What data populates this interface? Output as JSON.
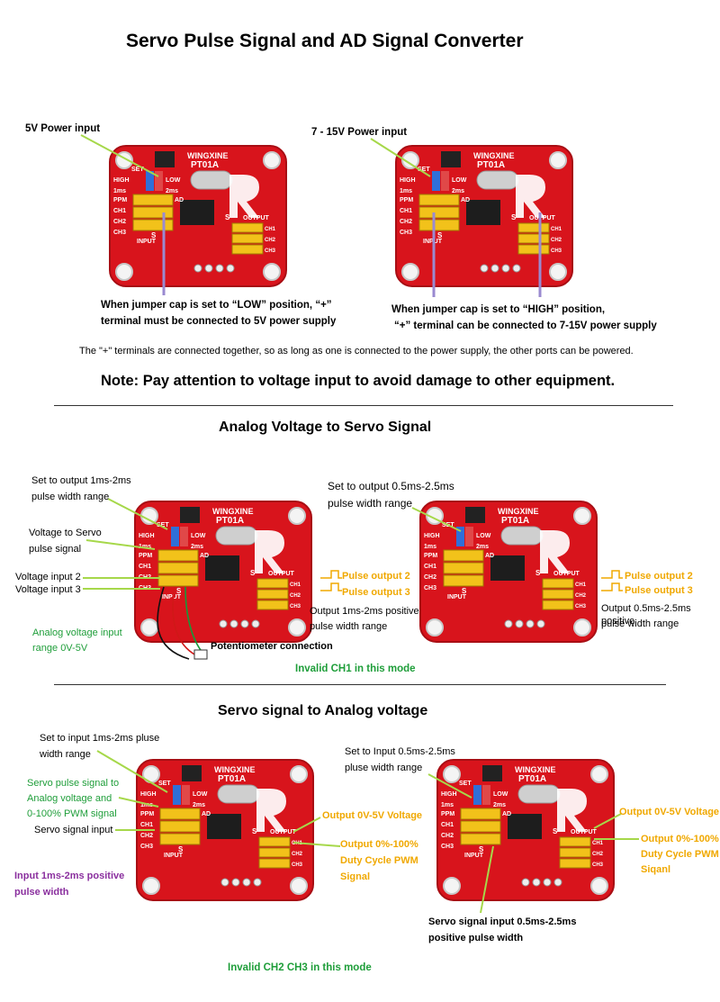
{
  "title": "Servo Pulse Signal and AD Signal Converter",
  "board_label_top": "WINGXINE",
  "board_label_model": "PT01A",
  "board_labels": {
    "set": "SET",
    "high": "HIGH",
    "low": "LOW",
    "1ms": "1ms",
    "2ms": "2ms",
    "ppm": "PPM",
    "ad": "AD",
    "ch1": "CH1",
    "ch2": "CH2",
    "ch3": "CH3",
    "input": "INPUT",
    "output": "OUTPUT",
    "s": "S"
  },
  "section1": {
    "label_5v": "5V Power input",
    "label_7_15v": "7 - 15V Power input",
    "low_note_line1": "When jumper cap is set to “LOW” position, “+”",
    "low_note_line2": "terminal must be connected to 5V power supply",
    "high_note_line1": "When jumper cap is set to “HIGH” position,",
    "high_note_line2": "“+” terminal can be connected to 7-15V power supply",
    "terminals_note": "The \"+\" terminals are connected together, so as long as one is connected to the power supply, the other ports can be powered.",
    "warning": "Note: Pay attention to voltage input to avoid damage to other equipment."
  },
  "section2": {
    "heading": "Analog Voltage to Servo Signal",
    "left_set_line1": "Set to output 1ms-2ms",
    "left_set_line2": "pulse width range",
    "voltage_to_servo_line1": "Voltage to Servo",
    "voltage_to_servo_line2": "pulse signal",
    "voltage_input_2": "Voltage input 2",
    "voltage_input_3": "Voltage input 3",
    "analog_range_line1": "Analog voltage input",
    "analog_range_line2": "range 0V-5V",
    "potentiometer": "Potentiometer connection",
    "left_pulse_output_2": "Pulse output 2",
    "left_pulse_output_3": "Pulse output 3",
    "left_output_note_line1": "Output 1ms-2ms positive",
    "left_output_note_line2": "pulse width range",
    "right_set_line1": "Set to output 0.5ms-2.5ms",
    "right_set_line2": "pulse width range",
    "right_pulse_output_2": "Pulse output 2",
    "right_pulse_output_3": "Pulse output 3",
    "right_output_note_line1": "Output 0.5ms-2.5ms positive",
    "right_output_note_line2": "pulse width range",
    "invalid": "Invalid CH1 in this mode"
  },
  "section3": {
    "heading": "Servo signal to Analog voltage",
    "left_set_line1": "Set to  input  1ms-2ms pluse",
    "left_set_line2": "width range",
    "servo_to_analog_line1": "Servo pulse signal to",
    "servo_to_analog_line2": "Analog voltage and",
    "servo_to_analog_line3": "0-100% PWM signal",
    "servo_signal_input": "Servo signal input",
    "input_width_line1": "Input 1ms-2ms positive",
    "input_width_line2": "pulse width",
    "left_output_v": "Output 0V-5V Voltage",
    "left_output_pwm_line1": "Output 0%-100%",
    "left_output_pwm_line2": "Duty Cycle PWM",
    "left_output_pwm_line3": "Signal",
    "right_set_line1": "Set to Input 0.5ms-2.5ms",
    "right_set_line2": "pluse width range",
    "right_output_v": "Output 0V-5V Voltage",
    "right_output_pwm_line1": "Output 0%-100%",
    "right_output_pwm_line2": "Duty Cycle PWM",
    "right_output_pwm_line3": "Siqanl",
    "right_signal_input_line1": "Servo signal input 0.5ms-2.5ms",
    "right_signal_input_line2": "positive pulse width",
    "invalid": "Invalid CH2 CH3 in this mode"
  },
  "colors": {
    "board_red": "#d8141c",
    "board_dark": "#a80e14",
    "header_yellow": "#f2c21a",
    "jumper_blue": "#2f6fd8",
    "jumper_red": "#e04848",
    "orange_text": "#f0a800",
    "green_text": "#1f9e3a",
    "purple_text": "#8a2f9e",
    "pointer_green": "#a6d84a",
    "pointer_purple": "#9a8ad0"
  }
}
